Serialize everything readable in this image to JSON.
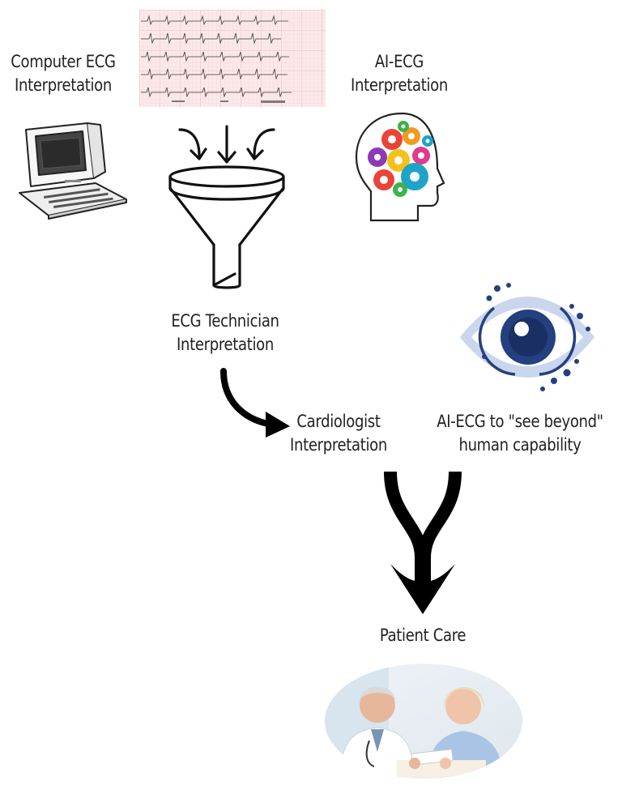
{
  "labels": {
    "computer_ecg": [
      "Computer ECG",
      "Interpretation"
    ],
    "ai_ecg": [
      "AI-ECG",
      "Interpretation"
    ],
    "technician": [
      "ECG Technician",
      "Interpretation"
    ],
    "cardiologist": [
      "Cardiologist",
      "Interpretation"
    ],
    "see_beyond": [
      "AI-ECG to \"see beyond\"",
      "human capability"
    ],
    "patient_care": "Patient Care"
  },
  "icons": {
    "ecg_strip": "ecg-strip-image",
    "computer": "computer-icon",
    "brain": "brain-gears-icon",
    "funnel": "funnel-icon",
    "eye": "eye-icon",
    "patient": "doctor-patient-photo"
  },
  "colors": {
    "ecg_paper": "#fbe9ea",
    "ecg_grid": "#f2c4c7",
    "eye_blue": "#24407e",
    "eye_light": "#c9d6ee",
    "arrow": "#000000"
  }
}
